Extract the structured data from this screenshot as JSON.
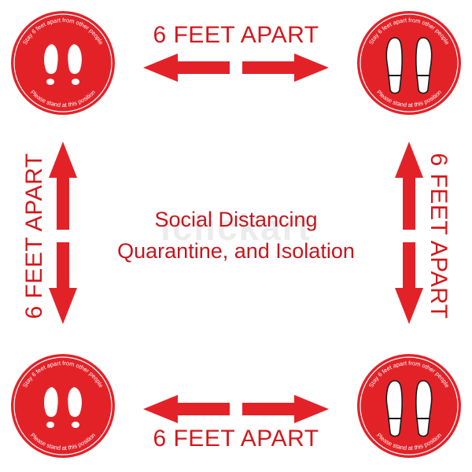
{
  "colors": {
    "primary": "#e32228",
    "text": "#d4181c",
    "footprint": "#ffffff"
  },
  "distance_label": "6 FEET APART",
  "center_title": {
    "line1": "Social Distancing",
    "line2": "Quarantine, and Isolation"
  },
  "sticker": {
    "top_text": "Stay 6 feet apart from other people",
    "bottom_text": "Please stand at this position"
  },
  "icons": {
    "top_left": "bare-footprints-icon",
    "top_right": "shoe-prints-icon",
    "bottom_left": "bare-footprints-icon",
    "bottom_right": "shoe-prints-icon",
    "arrows": "double-arrow-icon"
  }
}
